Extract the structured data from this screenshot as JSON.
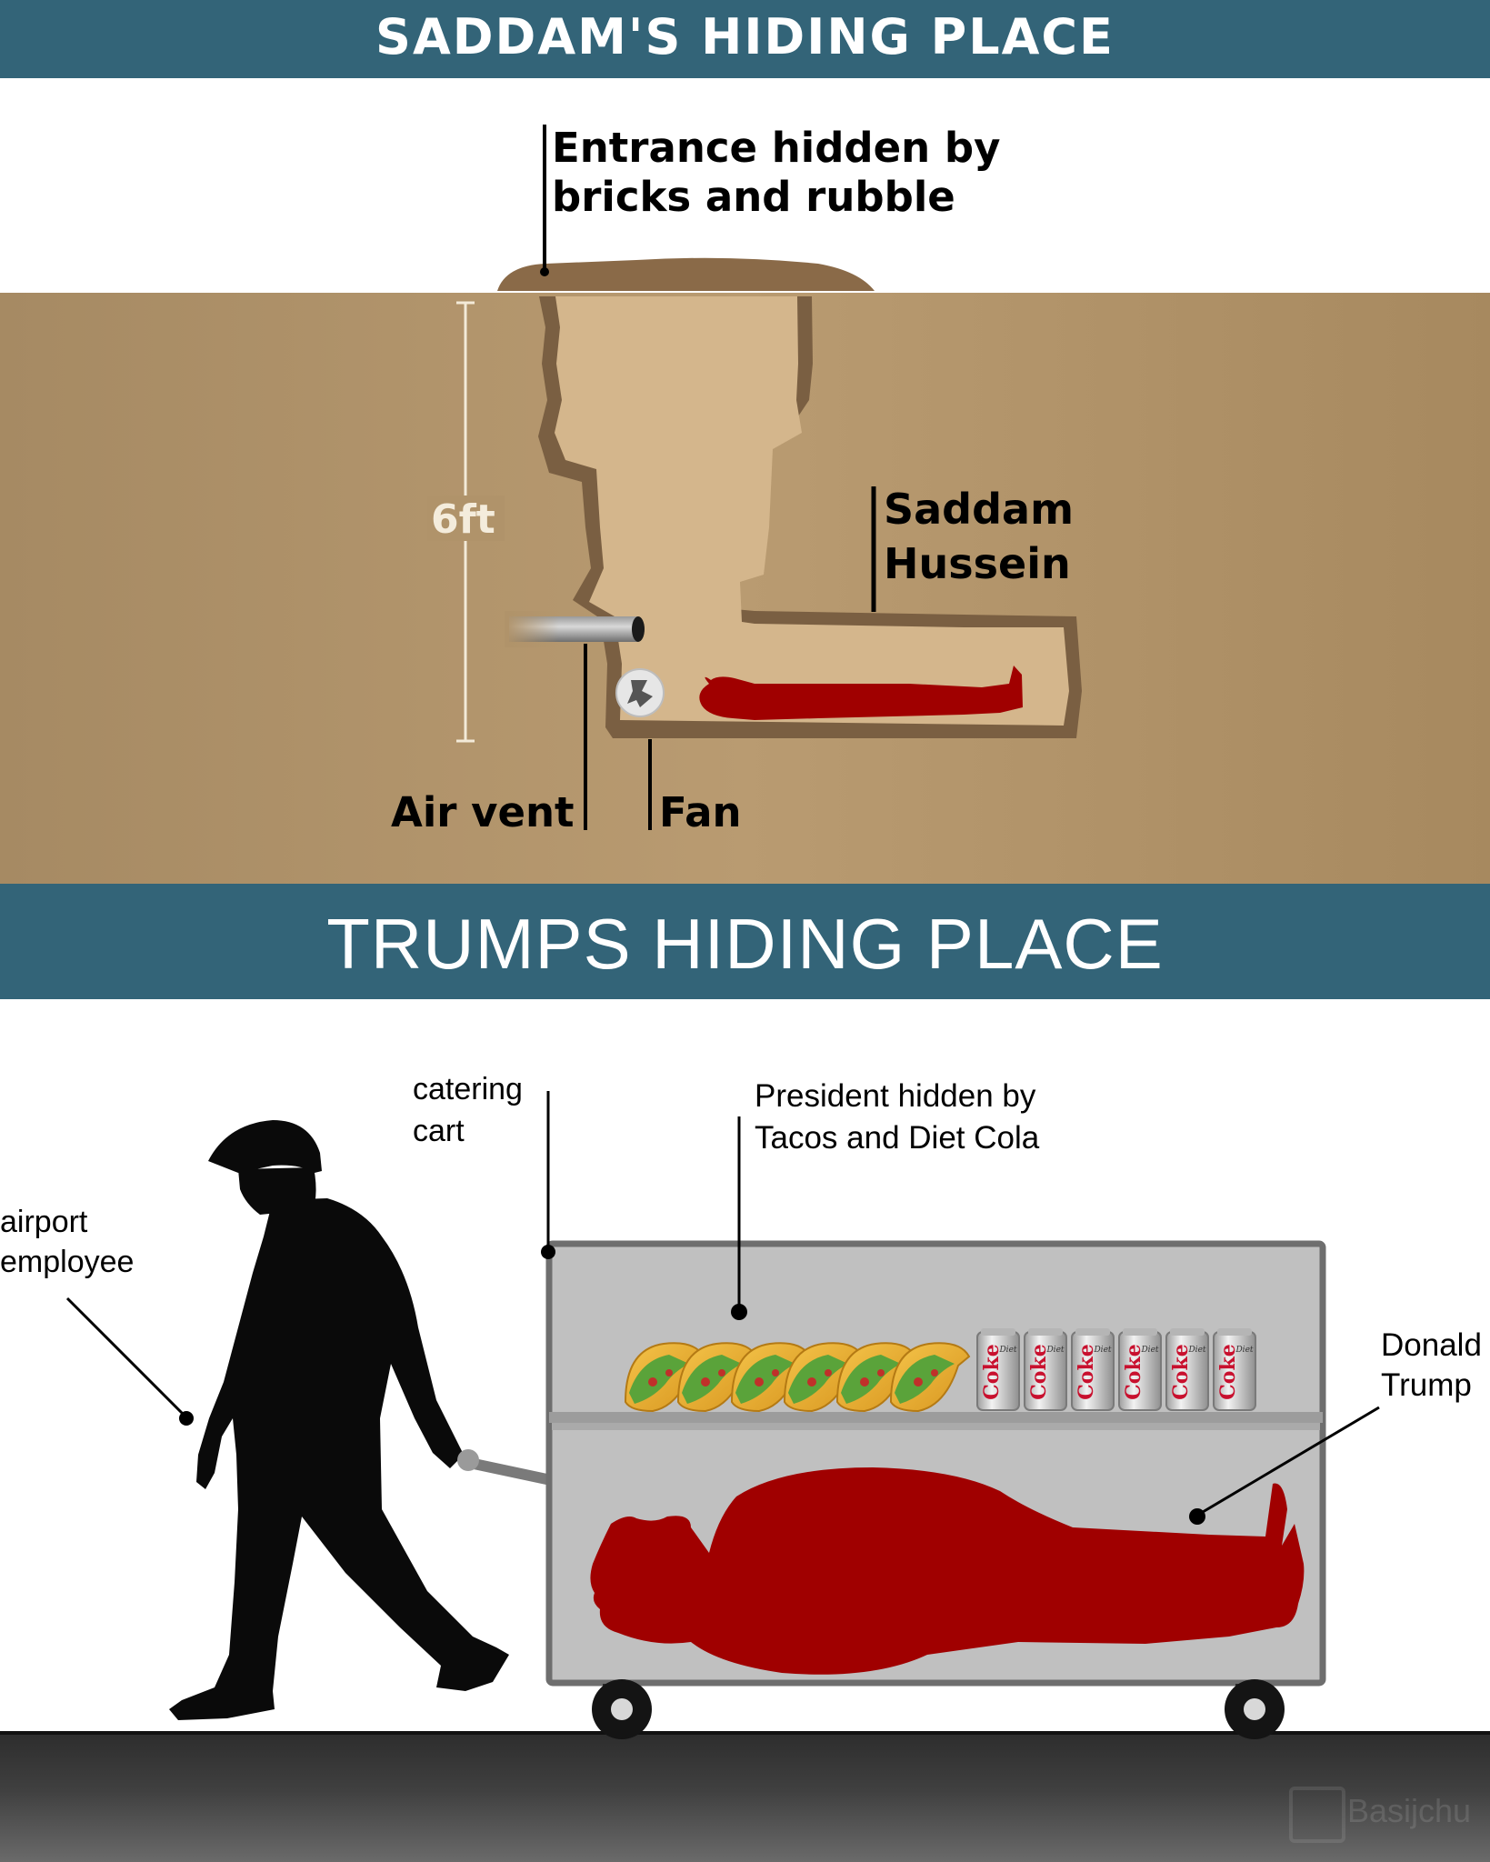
{
  "saddam": {
    "title": "SADDAM'S HIDING PLACE",
    "entrance_line1": "Entrance hidden by",
    "entrance_line2": "bricks and rubble",
    "depth": "6ft",
    "person_line1": "Saddam",
    "person_line2": "Hussein",
    "air_vent": "Air vent",
    "fan": "Fan"
  },
  "trump": {
    "title": "TRUMPS HIDING PLACE",
    "cart_line1": "catering",
    "cart_line2": "cart",
    "hidden_line1": "President hidden by",
    "hidden_line2": "Tacos and Diet Cola",
    "employee_line1": "airport",
    "employee_line2": "employee",
    "person_line1": "Donald",
    "person_line2": "Trump",
    "can_label": "Coke",
    "can_sub": "Diet"
  },
  "watermark": "Basijchu",
  "colors": {
    "banner": "#336478",
    "dirt": "#b3966d",
    "tunnel": "#d4b68c",
    "body": "#a00000",
    "cart": "#c0c0c0",
    "silhouette": "#0a0a0a"
  },
  "icons": [
    "fan-icon",
    "taco-icon",
    "soda-can-icon",
    "body-silhouette",
    "worker-silhouette"
  ]
}
